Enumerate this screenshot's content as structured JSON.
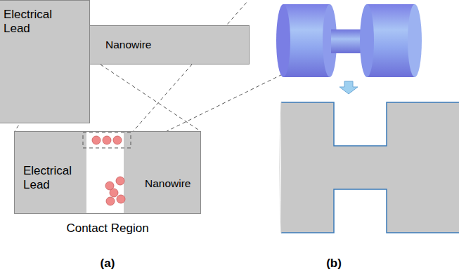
{
  "diagram": {
    "nodes": [
      {
        "text": [
          "Electrical Lead"
        ]
      },
      {
        "text": [
          "Nanowire"
        ]
      },
      {
        "text": [
          "Contact Region"
        ]
      },
      {
        "text": [
          "Electrical Lead"
        ],
        "in": 2
      },
      {
        "text": [
          "Nanowire"
        ],
        "in": 2
      }
    ],
    "labels": [
      "(a)",
      "(b)"
    ]
  }
}
